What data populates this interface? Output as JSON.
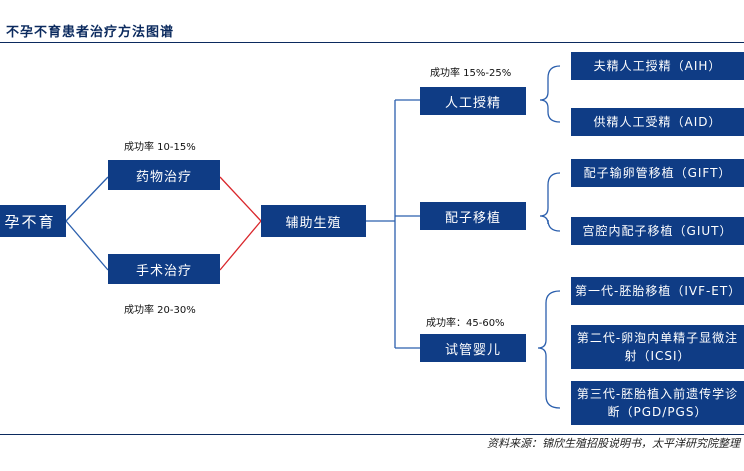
{
  "header": {
    "title": "不孕不育患者治疗方法图谱"
  },
  "footer": {
    "source": "资料来源：锦欣生殖招股说明书，太平洋研究院整理"
  },
  "nodes": {
    "root": "孕不育",
    "drug": "药物治疗",
    "surgery": "手术治疗",
    "art": "辅助生殖",
    "ai": "人工授精",
    "gamete": "配子移植",
    "ivf": "试管婴儿",
    "aih": "夫精人工授精（AIH）",
    "aid": "供精人工受精（AID）",
    "gift": "配子输卵管移植（GIFT）",
    "giut": "宫腔内配子移植（GIUT）",
    "ivf1": "第一代-胚胎移植（IVF-ET）",
    "ivf2": "第二代-卵泡内单精子显微注射（ICSI）",
    "ivf3": "第三代-胚胎植入前遗传学诊断（PGD/PGS）"
  },
  "notes": {
    "drug_rate": "成功率 10-15%",
    "surgery_rate": "成功率 20-30%",
    "ai_rate": "成功率 15%-25%",
    "ivf_rate": "成功率：45-60%"
  },
  "colors": {
    "box": "#0f3c85",
    "blue_line": "#2b5fad",
    "red_line": "#d9262b",
    "title": "#0b2a5e"
  }
}
